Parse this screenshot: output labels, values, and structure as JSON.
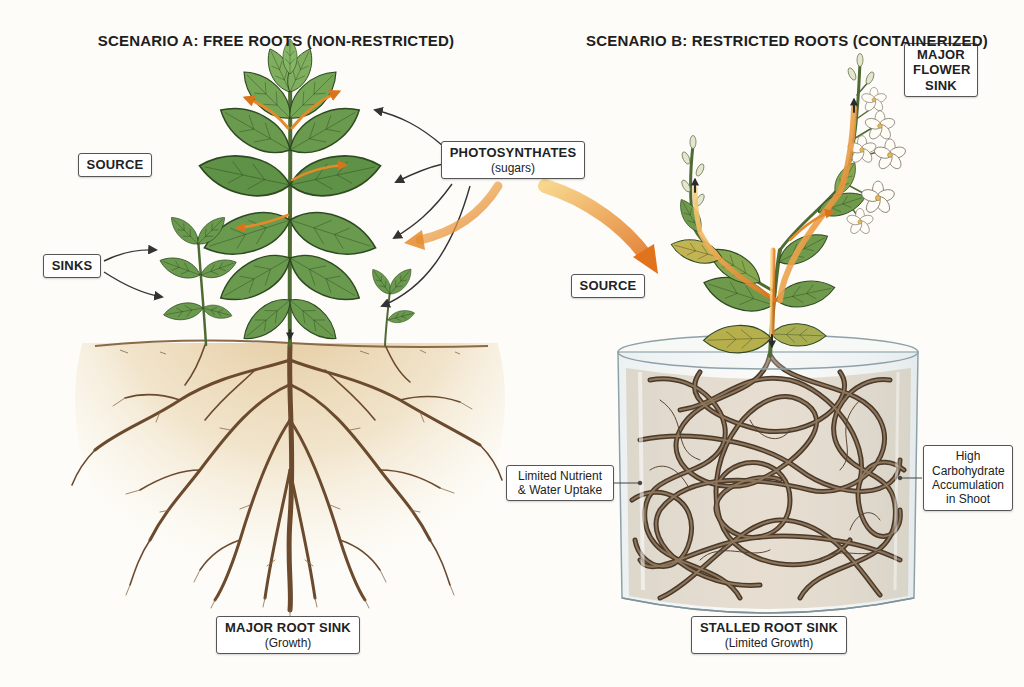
{
  "diagram": {
    "nodes": [
      {
        "text": [
          "SOURCE"
        ]
      },
      {
        "text": [
          "SINKS"
        ]
      },
      {
        "text": [
          "PHOTOSYNTHATES",
          "(sugars)"
        ]
      },
      {
        "text": [
          "SOURCE"
        ]
      },
      {
        "text": [
          "MAJOR FLOWER SINK"
        ]
      },
      {
        "text": [
          "Limited Nutrient & Water Uptake"
        ]
      },
      {
        "text": [
          "High Carbohydrate Accumulation in Shoot"
        ]
      },
      {
        "text": [
          "MAJOR ROOT SINK",
          "(Growth)"
        ]
      },
      {
        "text": [
          "STALLED ROOT SINK",
          "(Limited Growth)"
        ]
      }
    ],
    "labels": [
      "SCENARIO A: FREE ROOTS (NON-RESTRICTED)",
      "SCENARIO B: RESTRICTED ROOTS (CONTAINERIZED)"
    ]
  }
}
